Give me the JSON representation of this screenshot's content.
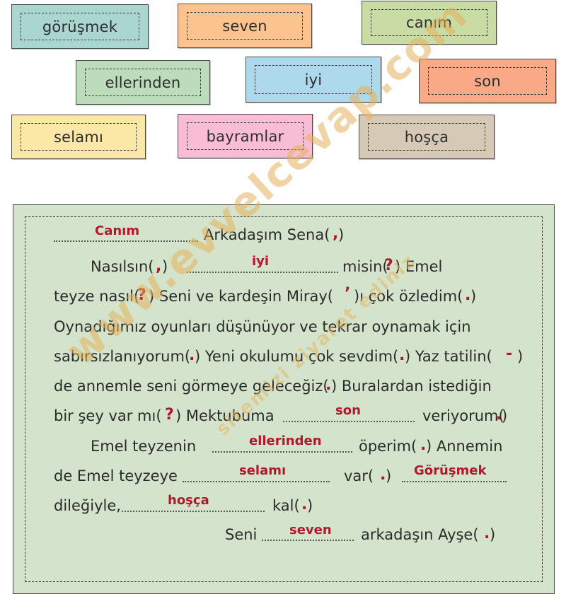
{
  "word_cards": [
    {
      "text": "görüşmek",
      "color": "#a9d6d0"
    },
    {
      "text": "seven",
      "color": "#fdc38f"
    },
    {
      "text": "canım",
      "color": "#c9dca6"
    },
    {
      "text": "ellerinden",
      "color": "#bcdcbc"
    },
    {
      "text": "iyi",
      "color": "#aed8ec"
    },
    {
      "text": "son",
      "color": "#f9a986"
    },
    {
      "text": "selamı",
      "color": "#fbe7a6"
    },
    {
      "text": "bayramlar",
      "color": "#f8bcd4"
    },
    {
      "text": "hoşça",
      "color": "#d6cab6"
    }
  ],
  "letter": {
    "l1": {
      "text": "Arkadaşım Sena(",
      "close": " )"
    },
    "l2": {
      "a": "Nasılsın(",
      "b": " )",
      "c": "misin(",
      "d": ") Emel"
    },
    "l3": {
      "a": "teyze nasıl(",
      "b": ") Seni ve kardeşin Miray(",
      "c": ")ı çok özledim(",
      "d": " )"
    },
    "l4": "Oynadığımız oyunları düşünüyor ve tekrar oynamak için",
    "l5": {
      "a": "sabırsızlanıyorum(",
      "b": " ) Yeni okulumu çok sevdim(",
      "c": " ) Yaz tatilin(",
      "d": ")"
    },
    "l6": {
      "a": "de annemle seni görmeye geleceğiz(",
      "b": " ) Buralardan istediğin"
    },
    "l7": {
      "a": "bir şey var mı(",
      "b": ") Mektubuma",
      "c": "veriyorum(",
      "d": " )"
    },
    "l8": {
      "a": "Emel teyzenin",
      "b": "öperim(",
      "c": " ) Annemin"
    },
    "l9": {
      "a": "de Emel teyzeye",
      "b": "var(",
      "c": " )"
    },
    "l10": {
      "a": "dileğiyle,",
      "b": "kal(",
      "c": " )"
    },
    "l11": {
      "a": "Seni",
      "b": "arkadaşın Ayşe(",
      "c": " )"
    }
  },
  "answers": {
    "a1": "Canım",
    "a2": "iyi",
    "a3": "son",
    "a4": "ellerinden",
    "a5": "selamı",
    "a6": "Görüşmek",
    "a7": "hoşça",
    "a8": "seven"
  },
  "punctuation": {
    "p_comma": ",",
    "p_q": "?",
    "p_dot": ".",
    "p_apos": "ʼ",
    "p_dash": "-"
  },
  "watermark": {
    "site": "www.evvelcevap.com",
    "tagline": "sitemizi ziyaret ediniz"
  },
  "colors": {
    "answer": "#b2182b",
    "letter_bg": "#d4e4cc",
    "watermark": "#e9b96a"
  }
}
